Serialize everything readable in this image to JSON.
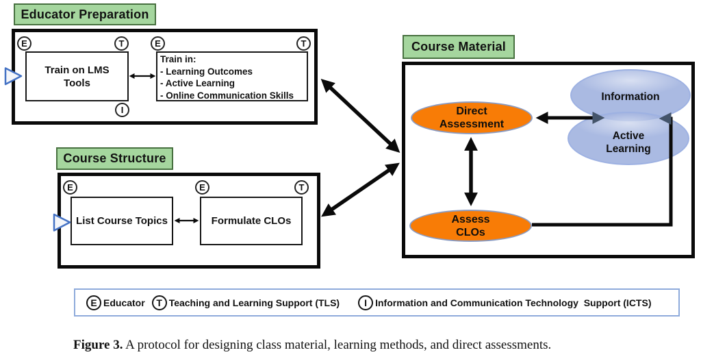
{
  "diagram": {
    "educator_preparation": {
      "title": "Educator Preparation",
      "lms_box_lines": [
        "Train on LMS",
        "Tools"
      ],
      "train_box_lines": [
        "Train in:",
        "- Learning Outcomes",
        "- Active Learning",
        "- Online Communication Skills"
      ],
      "badges": {
        "e1": "E",
        "t1": "T",
        "i1": "I",
        "e2": "E",
        "t2": "T"
      }
    },
    "course_structure": {
      "title": "Course Structure",
      "topics_box_label": "List Course Topics",
      "clos_box_label": "Formulate CLOs",
      "badges": {
        "e1": "E",
        "e2": "E",
        "t1": "T"
      }
    },
    "course_material": {
      "title": "Course Material",
      "direct_assessment_lines": [
        "Direct",
        "Assessment"
      ],
      "assess_clos_lines": [
        "Assess",
        "CLOs"
      ],
      "information_label": "Information",
      "active_learning_lines": [
        "Active",
        "Learning"
      ]
    }
  },
  "legend": {
    "items": [
      {
        "symbol": "E",
        "label": "Educator"
      },
      {
        "symbol": "T",
        "label": "Teaching and Learning Support (TLS)"
      },
      {
        "symbol": "I",
        "label": "Information and Communication Technology  Support (ICTS)"
      }
    ]
  },
  "caption": {
    "label": "Figure 3.",
    "text": " A protocol for designing class material, learning methods, and direct assessments."
  },
  "colors": {
    "header_green_fill": "#a5d69e",
    "header_green_border": "#47703f",
    "panel_border": "#0a0a0a",
    "assessment_orange": "#f87c06",
    "ellipse_outline_slate": "#8b9cc3",
    "learning_blue": "#8ca3dc",
    "arrow_black": "#0a0a0a",
    "arrow_slate": "#44546a",
    "legend_border_blue": "#8eaadb",
    "start_pointer_blue": "#4472c4"
  }
}
